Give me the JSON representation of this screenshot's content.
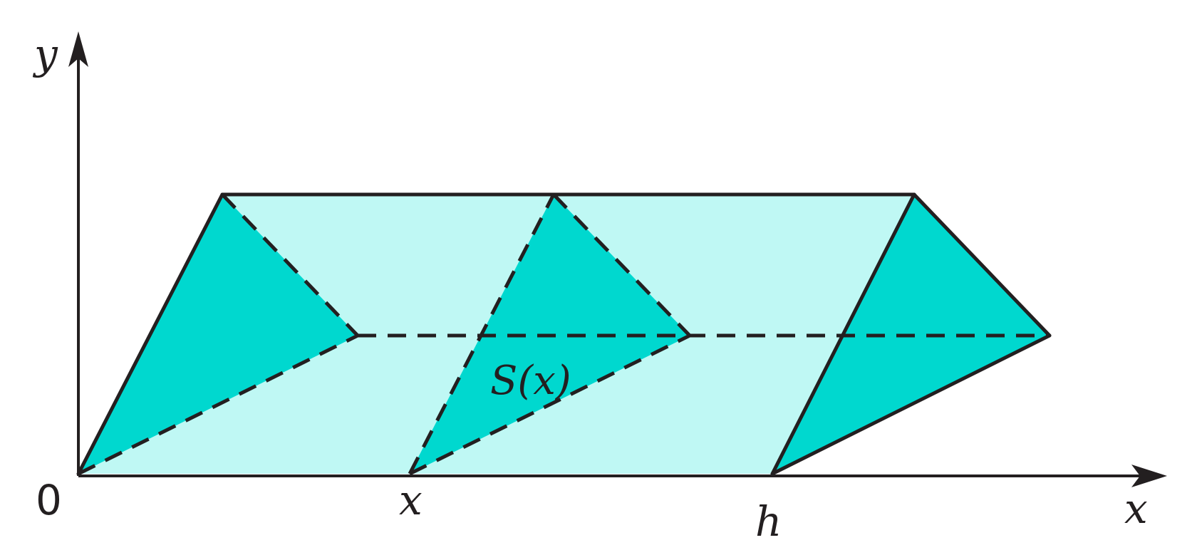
{
  "diagram": {
    "colors": {
      "stroke": "#231f20",
      "section_fill": "#00d8cf",
      "body_fill": "#bff8f4",
      "background": "#ffffff"
    },
    "labels": {
      "y_axis": "y",
      "x_axis": "x",
      "origin": "0",
      "x_mark": "x",
      "h_mark": "h",
      "section": "S(x)"
    }
  }
}
